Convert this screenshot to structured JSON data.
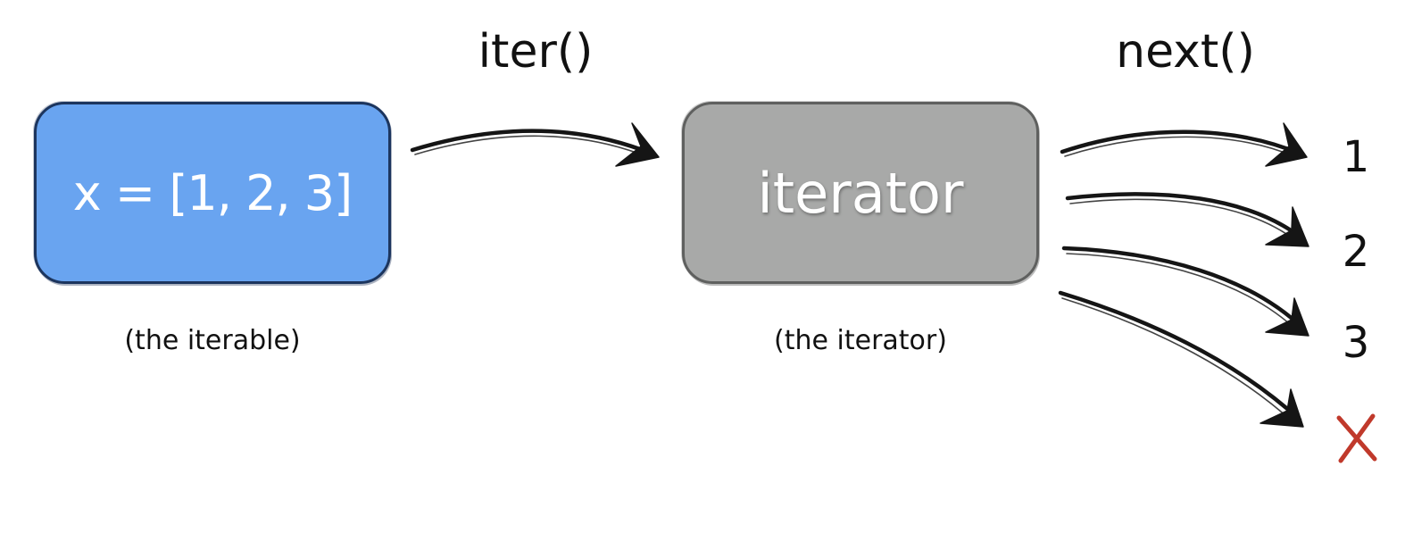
{
  "iterable": {
    "box_text": "x = [1, 2, 3]",
    "caption": "(the iterable)",
    "fill_color": "#69a4f0",
    "border_color": "#1c355e"
  },
  "iterator": {
    "box_text": "iterator",
    "caption": "(the iterator)",
    "fill_color": "#a8a9a8",
    "border_color": "#5f605f"
  },
  "labels": {
    "iter_call": "iter()",
    "next_call": "next()"
  },
  "outputs": {
    "first": "1",
    "second": "2",
    "third": "3",
    "stop_symbol": "X",
    "stop_color": "#c0392b"
  }
}
